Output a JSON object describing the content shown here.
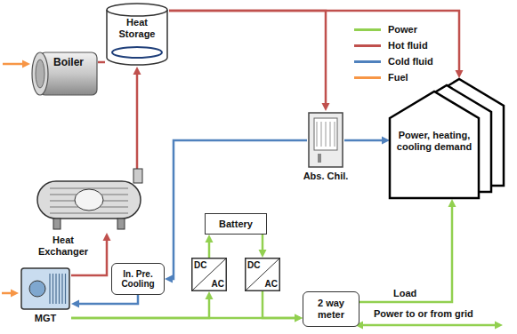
{
  "diagram": {
    "nodes": [
      {
        "text": [
          "Boiler"
        ]
      },
      {
        "text": [
          "Heat Storage"
        ]
      },
      {
        "text": [
          "Heat Exchanger"
        ]
      },
      {
        "text": [
          "In. Pre. Cooling"
        ]
      },
      {
        "text": [
          "MGT"
        ]
      },
      {
        "text": [
          "Battery"
        ]
      },
      {
        "text": [
          "DC",
          "AC"
        ]
      },
      {
        "text": [
          "DC",
          "AC"
        ]
      },
      {
        "text": [
          "Abs. Chil."
        ]
      },
      {
        "text": [
          "Power, heating, cooling demand"
        ]
      },
      {
        "text": [
          "2 way meter"
        ]
      }
    ],
    "edges": [
      {
        "from": 0,
        "to": 1,
        "arrow": "none"
      },
      {
        "from": 1,
        "to": 9,
        "arrow": "to"
      },
      {
        "from": 1,
        "to": 8,
        "arrow": "to"
      },
      {
        "from": 2,
        "to": 1,
        "arrow": "to"
      },
      {
        "from": 4,
        "to": 2,
        "arrow": "to"
      },
      {
        "from": 8,
        "to": 9,
        "arrow": "to"
      },
      {
        "from": 8,
        "to": 3,
        "arrow": "to"
      },
      {
        "from": 3,
        "to": 4,
        "arrow": "to"
      },
      {
        "from": 4,
        "to": 10,
        "arrow": "to"
      },
      {
        "from": 4,
        "to": 6,
        "arrow": "to"
      },
      {
        "from": 6,
        "to": 5,
        "arrow": "to"
      },
      {
        "from": 5,
        "to": 7,
        "arrow": "to"
      },
      {
        "from": 7,
        "to": 10,
        "arrow": "to"
      },
      {
        "from": 10,
        "to": 9,
        "label": "Load",
        "arrow": "to"
      }
    ],
    "labels": [
      "Power to or from grid"
    ],
    "legend": [
      {
        "text": "Power",
        "color": "#92d050"
      },
      {
        "text": "Hot fluid",
        "color": "#c0504d"
      },
      {
        "text": "Cold fluid",
        "color": "#4f81bd"
      },
      {
        "text": "Fuel",
        "color": "#f79646"
      }
    ]
  }
}
